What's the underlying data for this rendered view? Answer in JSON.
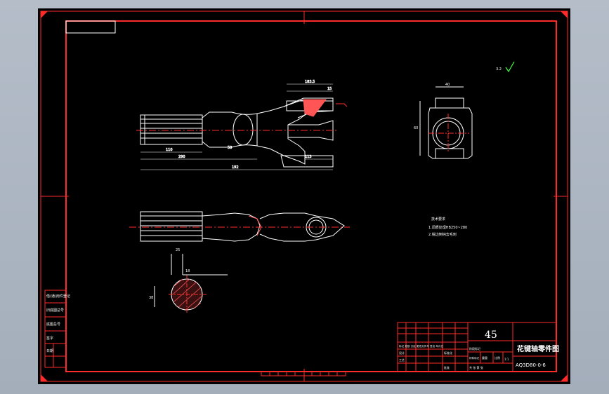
{
  "drawing": {
    "material": "45",
    "title": "花键轴零件图",
    "drawing_number": "AQ3D80-0-6",
    "scale": "1:1",
    "roughness_symbol": "3.2",
    "technical_requirements": {
      "heading": "技术要求",
      "items": [
        "1.调质处理HB250~280",
        "2.锐边倒钝去毛刺"
      ]
    },
    "title_block": {
      "material_mark": "材料标记",
      "weight": "重量",
      "scale_label": "比例",
      "design": "设计",
      "standardization": "标准化",
      "process": "工艺",
      "approve": "批准",
      "sheets": "共 张 第 张",
      "marks": "标记 处数 分区 更改文件号 签名 年月日",
      "stage": "阶段标记"
    },
    "side_table": [
      "借(通)用件登记",
      "旧底图总号",
      "底图总号",
      "签字",
      "日期"
    ],
    "dimensions": [
      "183.5",
      "15",
      "110",
      "290",
      "192",
      "113",
      "50",
      "40",
      "60",
      "38",
      "25",
      "18"
    ]
  }
}
